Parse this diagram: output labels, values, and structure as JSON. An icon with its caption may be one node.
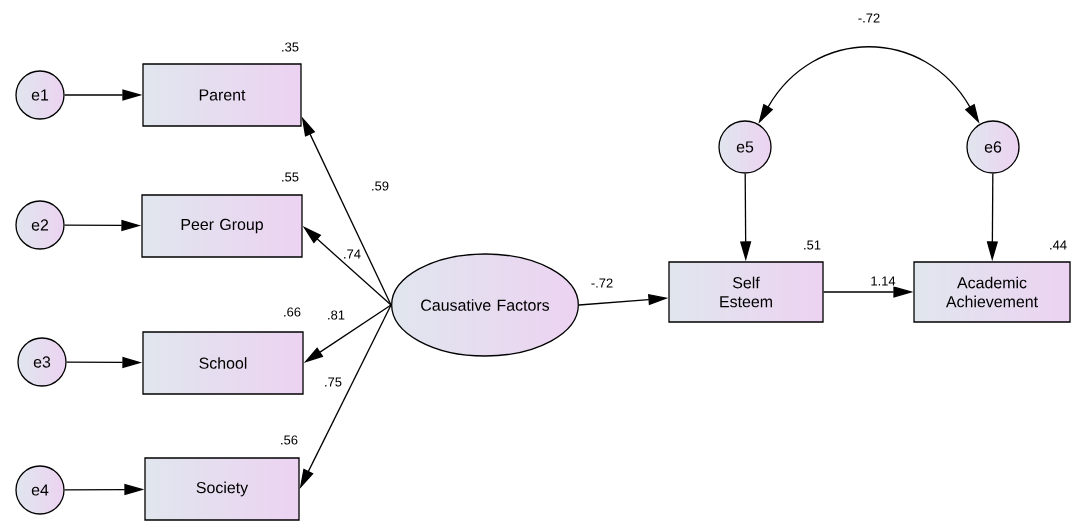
{
  "diagram": {
    "nodes": [
      {
        "text": [
          "e1"
        ]
      },
      {
        "text": [
          "e2"
        ]
      },
      {
        "text": [
          "e3"
        ]
      },
      {
        "text": [
          "e4"
        ]
      },
      {
        "text": [
          "Parent"
        ],
        "beside": [
          ".35"
        ]
      },
      {
        "text": [
          "Peer Group"
        ],
        "beside": [
          ".55"
        ]
      },
      {
        "text": [
          "School"
        ],
        "beside": [
          ".66"
        ]
      },
      {
        "text": [
          "Society"
        ],
        "beside": [
          ".56"
        ]
      },
      {
        "text": [
          "Causative Factors"
        ]
      },
      {
        "text": [
          "e5"
        ]
      },
      {
        "text": [
          "e6"
        ]
      },
      {
        "text": [
          "Self Esteem"
        ],
        "beside": [
          ".51"
        ]
      },
      {
        "text": [
          "Academic Achievement"
        ],
        "beside": [
          ".44"
        ]
      }
    ],
    "edges": [
      {
        "from": 0,
        "to": 4,
        "arrow": "to"
      },
      {
        "from": 1,
        "to": 5,
        "arrow": "to"
      },
      {
        "from": 2,
        "to": 6,
        "arrow": "to"
      },
      {
        "from": 3,
        "to": 7,
        "arrow": "to"
      },
      {
        "from": 8,
        "to": 4,
        "arrow": "to",
        "label": ".59"
      },
      {
        "from": 8,
        "to": 5,
        "arrow": "to",
        "label": ".74"
      },
      {
        "from": 8,
        "to": 6,
        "arrow": "to",
        "label": ".81"
      },
      {
        "from": 8,
        "to": 7,
        "arrow": "to",
        "label": ".75"
      },
      {
        "from": 8,
        "to": 11,
        "arrow": "to",
        "label": "-.72"
      },
      {
        "from": 9,
        "to": 11,
        "arrow": "to"
      },
      {
        "from": 10,
        "to": 12,
        "arrow": "to"
      },
      {
        "from": 11,
        "to": 12,
        "arrow": "to",
        "label": "1.14"
      },
      {
        "from": 9,
        "to": 10,
        "arrow": "both",
        "label": "-.72"
      }
    ]
  }
}
